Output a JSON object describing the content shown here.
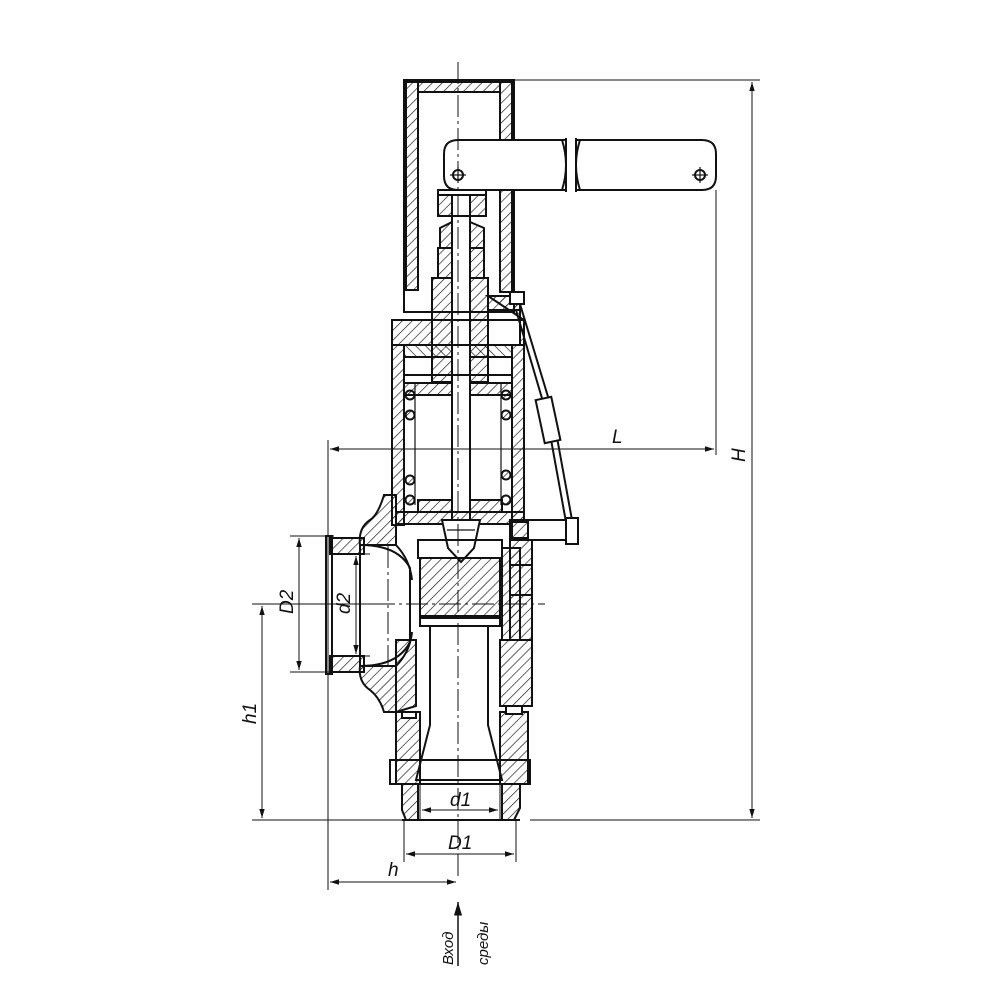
{
  "drawing": {
    "labels": {
      "L": "L",
      "H": "H",
      "D2": "D2",
      "d2": "d2",
      "h1": "h1",
      "d1": "d1",
      "D1": "D1",
      "h": "h"
    },
    "flow_label": {
      "line1": "Вход",
      "line2": "среды"
    }
  }
}
